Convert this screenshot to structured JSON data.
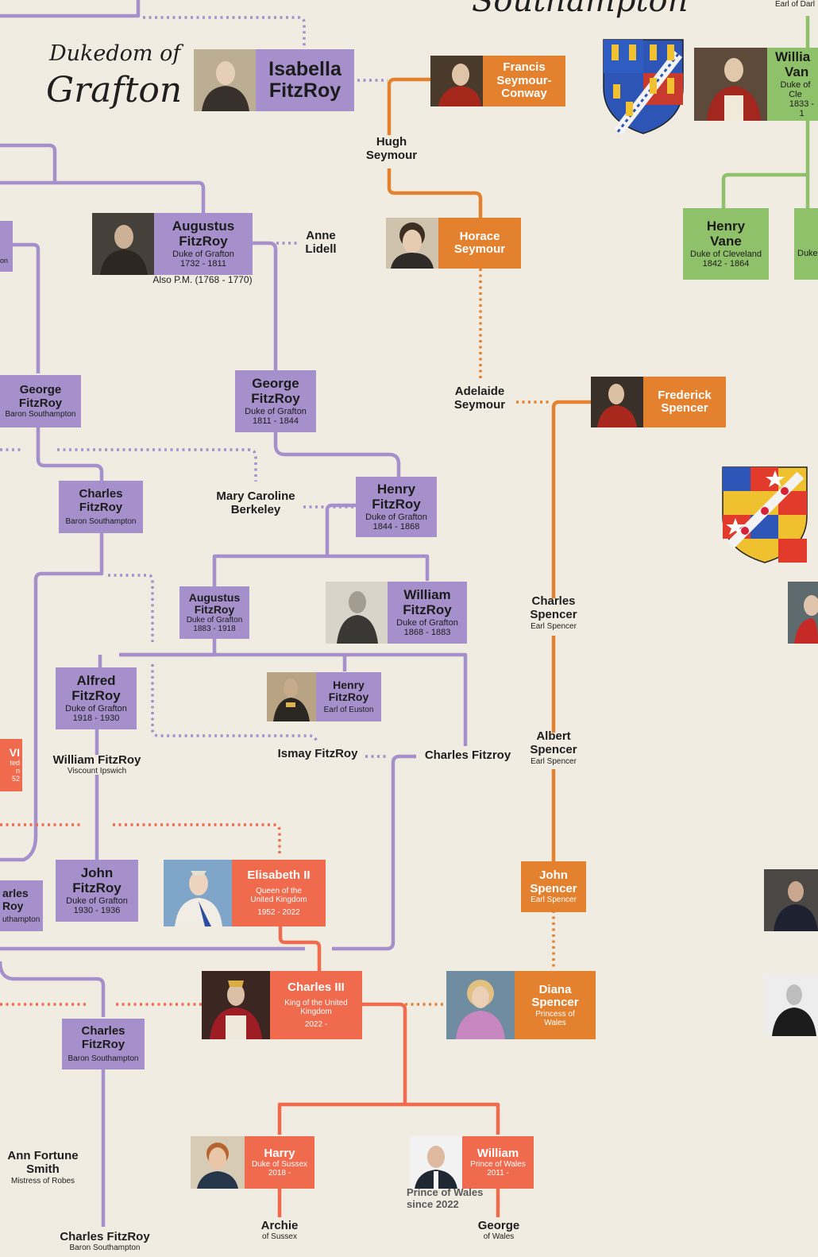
{
  "headings": {
    "dukedom_line1": "Dukedom of",
    "dukedom_line2": "Grafton",
    "southampton": "Southampton",
    "earl_darlington": "Earl of Darl"
  },
  "colors": {
    "purple": "#a690cc",
    "orange": "#e4812f",
    "red": "#f06a4e",
    "green": "#8fc06a",
    "background": "#f1ece2"
  },
  "people": {
    "isabella": {
      "name_1": "Isabella",
      "name_2": "FitzRoy"
    },
    "francis": {
      "name_1": "Francis",
      "name_2": "Seymour-",
      "name_3": "Conway"
    },
    "william_vane": {
      "name_1": "Willia",
      "name_2": "Van",
      "title": "Duke of Cle",
      "dates": "1833 - 1"
    },
    "hugh": {
      "name_1": "Hugh",
      "name_2": "Seymour"
    },
    "augustus_1": {
      "name_1": "Augustus",
      "name_2": "FitzRoy",
      "title": "Duke of Grafton",
      "dates": "1732 - 1811",
      "note": "Also P.M. (1768 - 1770)"
    },
    "anne": {
      "name_1": "Anne",
      "name_2": "Lidell"
    },
    "horace": {
      "name_1": "Horace",
      "name_2": "Seymour"
    },
    "henry_vane": {
      "name_1": "Henry",
      "name_2": "Vane",
      "title": "Duke of Cleveland",
      "dates": "1842 - 1864"
    },
    "duke_partial": {
      "title": "Duke"
    },
    "on_partial": {
      "text": "on"
    },
    "george_bs": {
      "name_1": "George",
      "name_2": "FitzRoy",
      "title": "Baron Southampton"
    },
    "george_dg": {
      "name_1": "George",
      "name_2": "FitzRoy",
      "title": "Duke of Grafton",
      "dates": "1811 - 1844"
    },
    "adelaide": {
      "name_1": "Adelaide",
      "name_2": "Seymour"
    },
    "frederick": {
      "name_1": "Frederick",
      "name_2": "Spencer"
    },
    "charles_bs_1": {
      "name_1": "Charles",
      "name_2": "FitzRoy",
      "title": "Baron Southampton"
    },
    "mary": {
      "name_1": "Mary Caroline",
      "name_2": "Berkeley"
    },
    "henry_dg": {
      "name_1": "Henry",
      "name_2": "FitzRoy",
      "title": "Duke of Grafton",
      "dates": "1844 - 1868"
    },
    "augustus_2": {
      "name_1": "Augustus",
      "name_2": "FitzRoy",
      "title": "Duke of Grafton",
      "dates": "1883 - 1918"
    },
    "william_dg": {
      "name_1": "William",
      "name_2": "FitzRoy",
      "title": "Duke of Grafton",
      "dates": "1868 - 1883"
    },
    "charles_spencer": {
      "name_1": "Charles",
      "name_2": "Spencer",
      "title": "Earl Spencer"
    },
    "alfred": {
      "name_1": "Alfred",
      "name_2": "FitzRoy",
      "title": "Duke of Grafton",
      "dates": "1918 - 1930"
    },
    "henry_euston": {
      "name_1": "Henry",
      "name_2": "FitzRoy",
      "title": "Earl of Euston"
    },
    "george_vi": {
      "name_1": "VI",
      "l2": "ted",
      "l3": "n",
      "l4": "52"
    },
    "william_ipswich": {
      "name": "William FitzRoy",
      "title": "Viscount Ipswich"
    },
    "ismay": {
      "name": "Ismay FitzRoy"
    },
    "charles_fitzroy_plain": {
      "name": "Charles Fitzroy"
    },
    "albert": {
      "name_1": "Albert",
      "name_2": "Spencer",
      "title": "Earl Spencer"
    },
    "john_fitzroy": {
      "name_1": "John",
      "name_2": "FitzRoy",
      "title": "Duke of Grafton",
      "dates": "1930 - 1936"
    },
    "elisabeth": {
      "name": "Elisabeth II",
      "title_1": "Queen of the",
      "title_2": "United Kingdom",
      "dates": "1952 - 2022"
    },
    "john_spencer": {
      "name_1": "John",
      "name_2": "Spencer",
      "title": "Earl Spencer"
    },
    "charles_partial": {
      "name_1": "arles",
      "name_2": "Roy",
      "title": "uthampton"
    },
    "charles_iii": {
      "name": "Charles III",
      "title_1": "King of the United",
      "title_2": "Kingdom",
      "dates": "2022 -"
    },
    "diana": {
      "name_1": "Diana",
      "name_2": "Spencer",
      "title_1": "Princess of",
      "title_2": "Wales"
    },
    "charles_bs_2": {
      "name_1": "Charles",
      "name_2": "FitzRoy",
      "title": "Baron Southampton"
    },
    "ann": {
      "name_1": "Ann Fortune",
      "name_2": "Smith",
      "title": "Mistress of Robes"
    },
    "harry": {
      "name": "Harry",
      "title": "Duke of Sussex",
      "dates": "2018 -"
    },
    "william_pw": {
      "name": "William",
      "title": "Prince of Wales",
      "dates": "2011 -",
      "note_1": "Prince of Wales",
      "note_2": "since 2022"
    },
    "archie": {
      "name": "Archie",
      "title": "of Sussex"
    },
    "george_wales": {
      "name": "George",
      "title": "of Wales"
    },
    "charles_bs_3": {
      "name": "Charles FitzRoy",
      "title": "Baron Southampton"
    }
  }
}
